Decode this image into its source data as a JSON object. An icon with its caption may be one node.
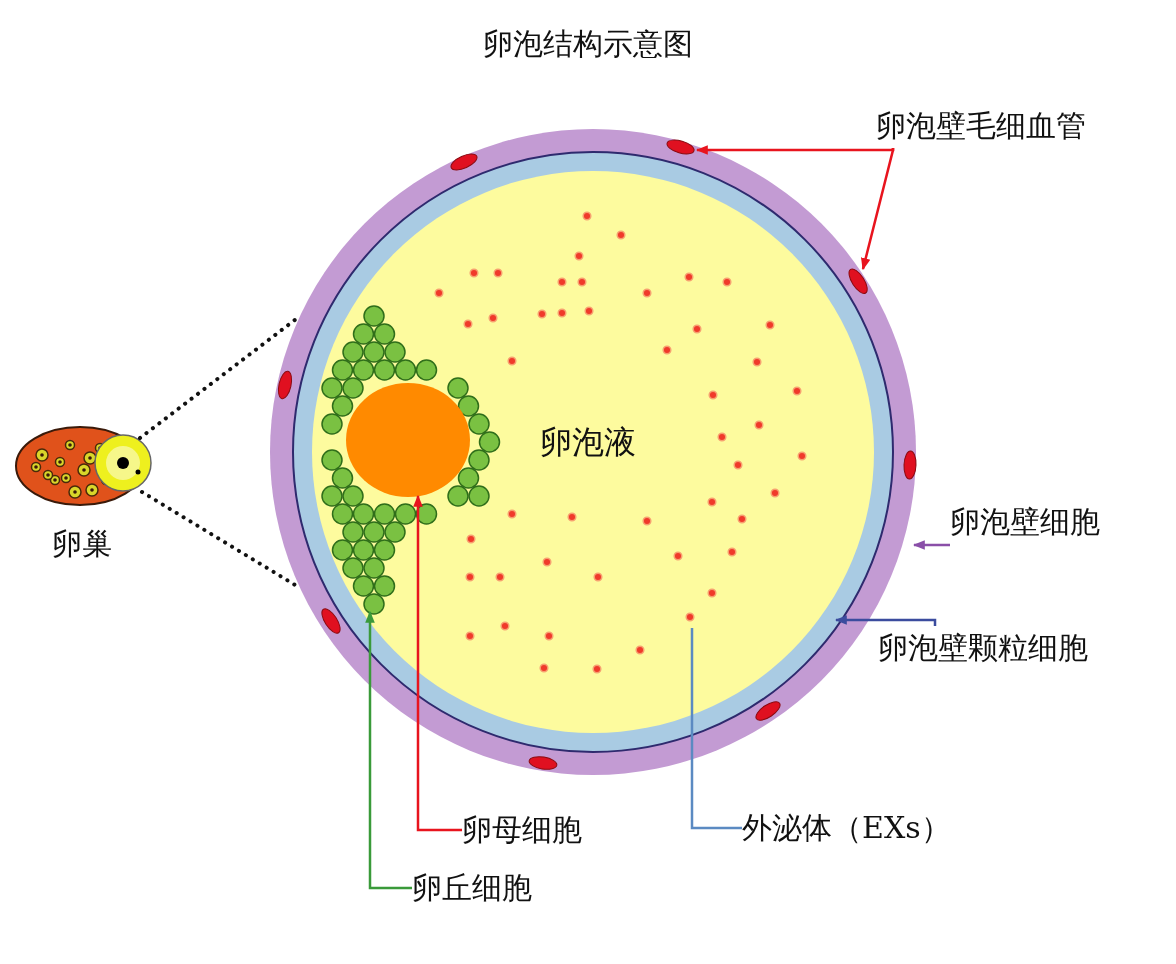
{
  "diagram": {
    "title": "卵泡结构示意图",
    "nodes": [
      {
        "text": [],
        "shape": "picture",
        "beside": [
          "卵巢"
        ]
      },
      {
        "text": [
          "卵泡液"
        ]
      },
      {
        "text": [
          "卵泡壁毛细血管"
        ]
      },
      {
        "text": [],
        "shape": "circle",
        "in": 1
      },
      {
        "text": [],
        "shape": "circle",
        "in": 1
      },
      {
        "text": [
          "卵泡壁细胞"
        ]
      },
      {
        "text": [
          "卵泡壁颗粒细胞"
        ]
      },
      {
        "text": [],
        "shape": "circle",
        "in": 11
      },
      {
        "text": [
          "卵母细胞"
        ]
      },
      {
        "text": [
          "卵丘细胞"
        ]
      },
      {
        "text": [
          "外泌体（EXs）"
        ]
      },
      {
        "text": [],
        "shape": "circle",
        "in": 1
      }
    ],
    "edges": [
      {
        "from": 0,
        "to": 1,
        "arrow": "none",
        "style": "dashed",
        "color": "#111111"
      },
      {
        "from": 0,
        "to": 1,
        "arrow": "none",
        "style": "dashed",
        "color": "#111111"
      },
      {
        "from": 2,
        "to": 3,
        "arrow": "to",
        "color": "#e8141e"
      },
      {
        "from": 2,
        "to": 4,
        "arrow": "to",
        "color": "#e8141e"
      },
      {
        "from": 5,
        "to": 1,
        "arrow": "to",
        "color": "#8a4fa8"
      },
      {
        "from": 6,
        "to": 1,
        "arrow": "to",
        "color": "#3b4c9e"
      },
      {
        "from": 8,
        "to": 7,
        "arrow": "to",
        "color": "#e8141e"
      },
      {
        "from": 9,
        "to": 11,
        "arrow": "to",
        "color": "#3a9a3a"
      },
      {
        "from": 10,
        "to": null,
        "arrow": "none",
        "color": "#5b8ac2"
      }
    ]
  }
}
